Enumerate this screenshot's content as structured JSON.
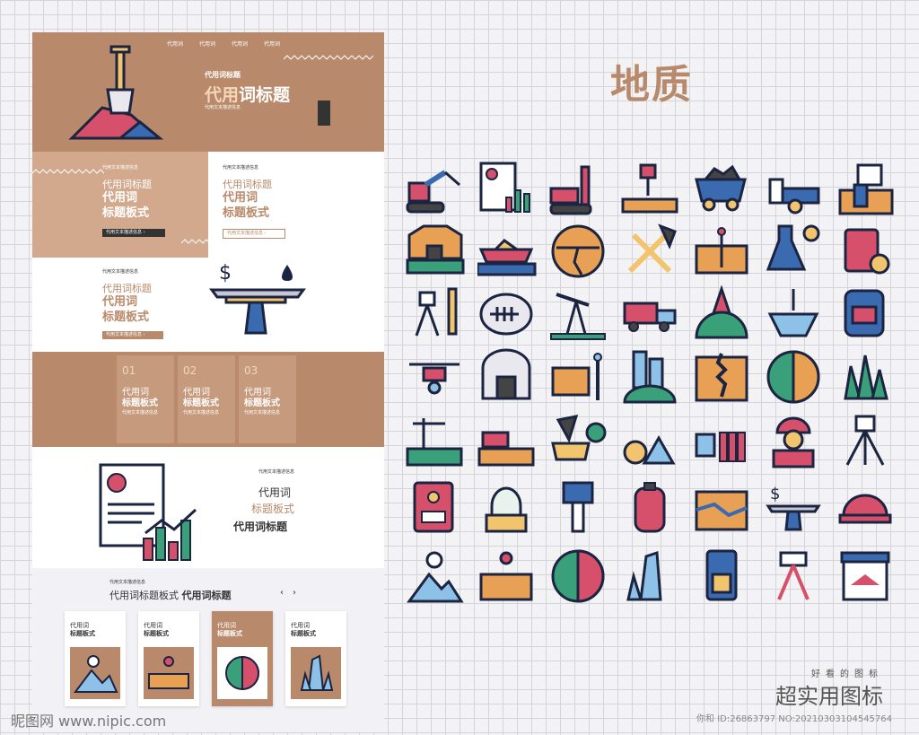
{
  "main_title": "地质",
  "nav_items": [
    "代用词",
    "代用词",
    "代用词",
    "代用词"
  ],
  "hero": {
    "tag": "代用词标题",
    "title_accent": "代用",
    "title_rest": "词标题",
    "sub": "代用文本描述信息"
  },
  "row2": {
    "left_cap": "代用文本描述信息",
    "left_mid": "代用词标题",
    "left_big1": "代用词",
    "left_big2": "标题板式",
    "left_btn": "代用文本描述信息",
    "right_cap": "代用文本描述信息",
    "right_mid": "代用词标题",
    "right_big1": "代用词",
    "right_big2": "标题板式",
    "right_btn": "代用文本描述信息"
  },
  "row3": {
    "cap": "代用文本描述信息",
    "mid": "代用词标题",
    "big1": "代用词",
    "big2": "标题板式",
    "btn": "代用文本描述信息"
  },
  "steps": [
    {
      "num": "01",
      "title1": "代用词",
      "title2": "标题板式",
      "sub": "代用文本描述信息"
    },
    {
      "num": "02",
      "title1": "代用词",
      "title2": "标题板式",
      "sub": "代用文本描述信息"
    },
    {
      "num": "03",
      "title1": "代用词",
      "title2": "标题板式",
      "sub": "代用文本描述信息"
    }
  ],
  "row5": {
    "cap": "代用文本描述信息",
    "line1": "代用词",
    "line2": "标题板式",
    "line3": "代用词标题"
  },
  "row6": {
    "cap": "代用文本描述信息",
    "title_a": "代用词标题板式",
    "title_b": "代用词标题",
    "prev": "‹",
    "next": "›"
  },
  "cards": [
    {
      "t1": "代用词",
      "t2": "标题板式"
    },
    {
      "t1": "代用词",
      "t2": "标题板式"
    },
    {
      "t1": "代用词",
      "t2": "标题板式"
    },
    {
      "t1": "代用词",
      "t2": "标题板式"
    }
  ],
  "bottom": {
    "small": "好看的图标",
    "large": "超实用图标",
    "id": "你和 ID:26863797 NO:20210303104545764"
  },
  "watermark": "昵图网 www.nipic.com",
  "colors": {
    "accent": "#b8896a",
    "light": "#d2a98d",
    "dark_card": "#c69a7c"
  }
}
